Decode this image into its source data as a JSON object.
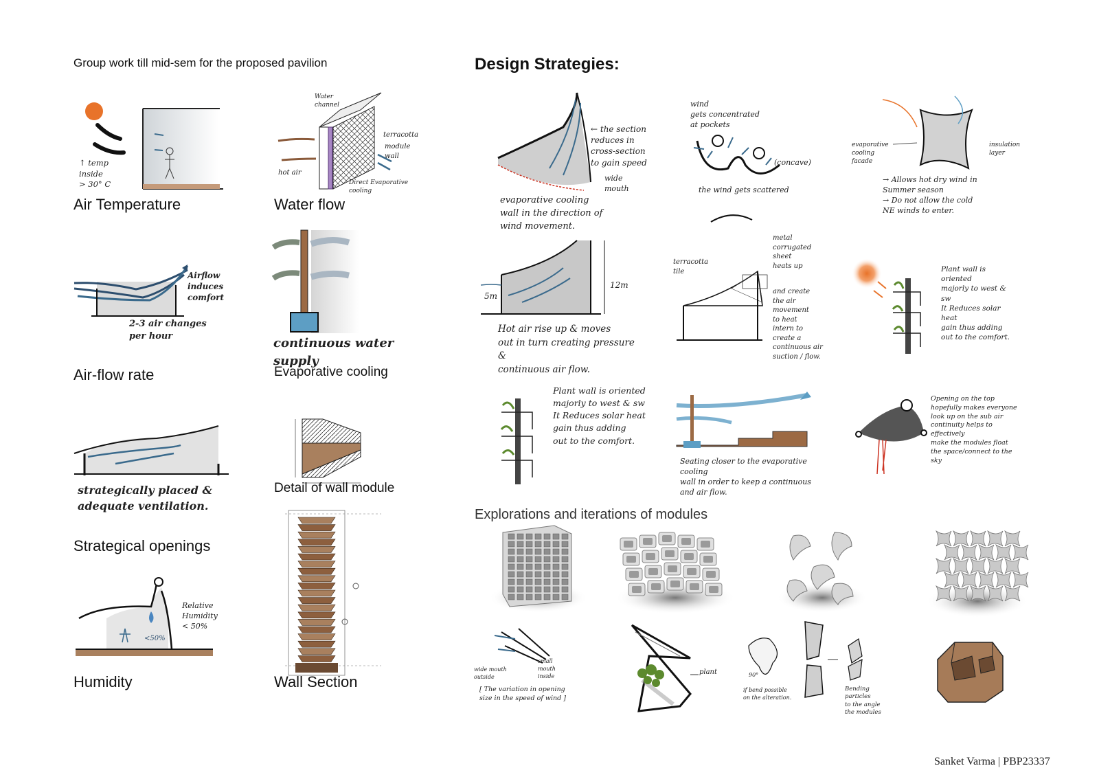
{
  "header": {
    "group_title": "Group work till mid-sem for the proposed pavilion",
    "strategies_title": "Design Strategies:",
    "explorations_title": "Explorations and iterations of modules"
  },
  "left_panels": {
    "air_temperature": {
      "caption": "Air Temperature",
      "note": "↑ temp\ninside\n> 30° C"
    },
    "water_flow": {
      "caption": "Water flow",
      "note_water": "Water\nchannel",
      "note_terracotta": "terracotta",
      "note_module": "module\nwall",
      "note_hot": "hot air",
      "note_cool": "Direct Evaporative\ncooling"
    },
    "air_flow_rate": {
      "caption": "Air-flow rate",
      "note_airflow": "Airflow\ninduces\ncomfort",
      "note_changes": "2-3 air changes\nper hour"
    },
    "evaporative_cooling": {
      "caption": "Evaporative cooling",
      "note": "continuous water supply"
    },
    "strategical_openings": {
      "caption": "Strategical openings",
      "note": "strategically placed &\nadequate ventilation."
    },
    "detail_wall_module": {
      "caption": "Detail of wall module"
    },
    "humidity": {
      "caption": "Humidity",
      "note": "Relative\nHumidity\n< 50%",
      "drop_label": "<50%"
    },
    "wall_section": {
      "caption": "Wall Section"
    }
  },
  "strategies": {
    "s1": {
      "note_right": "← the section\nreduces in\ncross-section\nto gain speed",
      "note_wide": "wide\nmouth",
      "note_bottom": "evaporative cooling\nwall in the direction of\nwind movement."
    },
    "s2": {
      "note_top": "wind\ngets concentrated\nat pockets",
      "note_concave": "(concave)",
      "note_bottom": "the wind gets scattered"
    },
    "s3": {
      "note_left": "evaporative\ncooling\nfacade",
      "note_right": "insulation\nlayer",
      "note_bottom": "→ Allows hot dry wind in\nSummer season\n→ Do not allow the cold\nNE winds to enter."
    },
    "s4": {
      "note_5m": "5m",
      "note_12m": "12m",
      "note_bottom": "Hot air rise up & moves\nout in turn creating pressure &\ncontinuous air flow."
    },
    "s5": {
      "note_terracotta": "terracotta\ntile",
      "note_metal": "metal\ncorrugated\nsheet\nheats up",
      "note_right": "and create\nthe air\nmovement\nto heat\nintern to\ncreate a\ncontinuous air\nsuction / flow."
    },
    "s6": {
      "note": "Plant wall is oriented\nmajorly to west & sw\nIt Reduces solar heat\ngain thus adding\nout to the comfort."
    },
    "s7": {
      "note": "Plant wall is oriented\nmajorly to west & sw\nIt Reduces solar heat\ngain thus adding\nout to the comfort."
    },
    "s8": {
      "note": "Seating closer to the evaporative cooling\nwall in order to keep a continuous\nand air flow."
    },
    "s9": {
      "note": "Opening on the top\nhopefully makes everyone\nlook up on the sub air\ncontinuity helps to effectively\nmake the modules float\nthe space/connect to the sky"
    }
  },
  "iterations": {
    "i1": {
      "note_wide": "wide mouth\noutside",
      "note_small": "small\nmouth\ninside",
      "note_bottom": "[ The variation in opening\nsize in the speed of wind ]"
    },
    "i2": {
      "note": "plant"
    },
    "i3": {
      "note_angle": "90°",
      "note_left": "if bend possible\non the alteration.",
      "note_right": "Bending\nparticles\nto the angle\nthe modules"
    }
  },
  "footer": {
    "credit": "Sanket Varma | PBP23337"
  },
  "colors": {
    "accent_blue": "#3a6a8c",
    "sun_orange": "#e8732a",
    "terracotta": "#9c6a44",
    "water_blue": "#5d9ec4",
    "plant_green": "#5c8a2e",
    "red_line": "#cc3322"
  }
}
